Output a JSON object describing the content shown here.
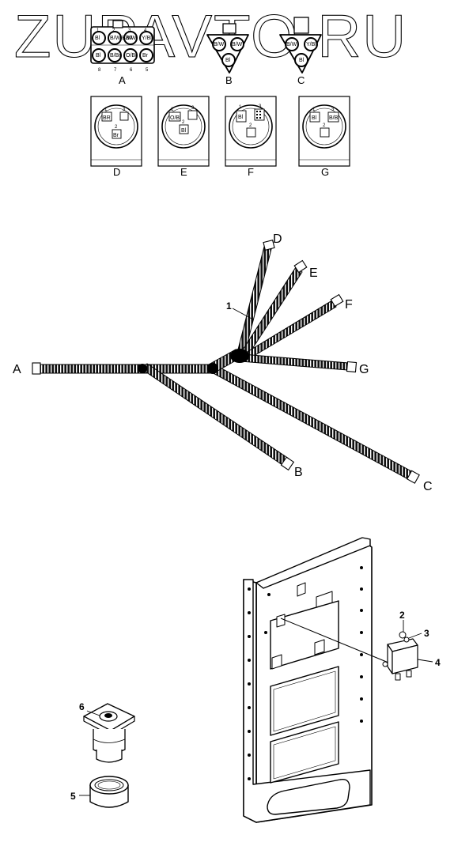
{
  "watermark": "ZUPAVTO.RU",
  "connector_top": {
    "A": {
      "label": "A",
      "pins_top": [
        "1",
        "2",
        "3",
        "4"
      ],
      "pins_bottom": [
        "8",
        "7",
        "6",
        "5"
      ],
      "cavities_top": [
        "Bl",
        "B/W\nB/W",
        "B/W",
        "Y/Bl"
      ],
      "cavities_bottom": [
        "Bl",
        "B/Br",
        "O/Bl",
        "Br"
      ]
    },
    "B": {
      "label": "B",
      "cavities": [
        "B/W",
        "B/W",
        "Bl"
      ]
    },
    "C": {
      "label": "C",
      "cavities": [
        "B/W",
        "Y/Bl",
        "Bl"
      ]
    }
  },
  "connector_boxes": [
    {
      "label": "D",
      "pins": [
        "1",
        "2",
        "3"
      ],
      "cavities": [
        "BR",
        "",
        "Br"
      ]
    },
    {
      "label": "E",
      "pins": [
        "1",
        "2",
        "3"
      ],
      "cavities": [
        "O/Bl",
        "Bl",
        ""
      ]
    },
    {
      "label": "F",
      "pins": [
        "1",
        "2",
        "3"
      ],
      "cavities": [
        "Bl",
        "",
        ""
      ]
    },
    {
      "label": "G",
      "pins": [
        "1",
        "2",
        "3"
      ],
      "cavities": [
        "Bl",
        "",
        "B/Bl"
      ]
    }
  ],
  "harness": {
    "callout": "1",
    "ends": [
      "A",
      "B",
      "C",
      "D",
      "E",
      "F",
      "G"
    ]
  },
  "parts": {
    "callouts": [
      "2",
      "3",
      "4",
      "5",
      "6"
    ]
  }
}
